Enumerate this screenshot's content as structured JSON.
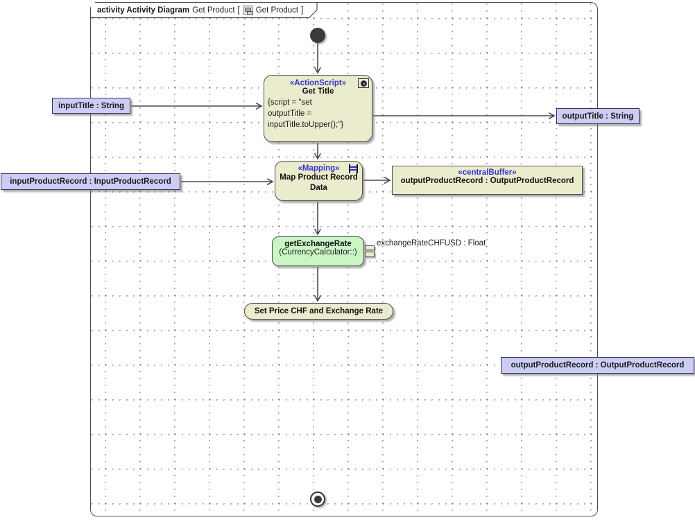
{
  "frame": {
    "keyword": "activity Activity Diagram",
    "diagram_name": "Get Product",
    "open_bracket": "[",
    "tab_inner_name": "Get Product",
    "close_bracket": "]"
  },
  "nodes": {
    "get_title": {
      "stereotype": "«ActionScript»",
      "name": "Get Title",
      "script": "{script = \"set\noutputTitle =\ninputTitle.toUpper();\"}"
    },
    "mapping": {
      "stereotype": "«Mapping»",
      "name": "Map Product Record Data"
    },
    "central_buffer": {
      "stereotype": "«centralBuffer»",
      "name": "outputProductRecord : OutputProductRecord"
    },
    "get_exchange_rate": {
      "name": "getExchangeRate",
      "qualifier": "(CurrencyCalculator::)",
      "pin_label": "exchangeRateCHFUSD : Float"
    },
    "set_price": {
      "name": "Set Price CHF and Exchange Rate"
    }
  },
  "parameters": {
    "input_title": {
      "label": "inputTitle : String"
    },
    "output_title": {
      "label": "outputTitle : String"
    },
    "input_product_record": {
      "label": "inputProductRecord : InputProductRecord"
    },
    "output_product_record": {
      "label": "outputProductRecord : OutputProductRecord"
    }
  },
  "colors": {
    "action_fill": "#ebebcd",
    "call_operation_fill": "#caf6c5",
    "parameter_fill": "#ccccf4",
    "stereotype_text": "#3434cd",
    "edge_stroke": "#4a4a4a",
    "shadow": "#6e6e6e"
  }
}
